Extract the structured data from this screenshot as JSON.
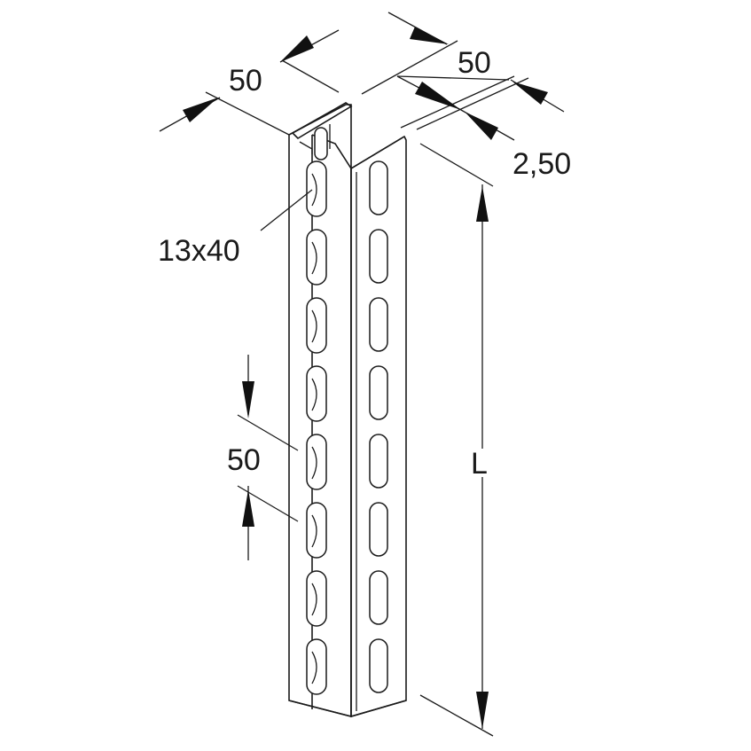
{
  "drawing": {
    "labels": {
      "width_left": "50",
      "width_right": "50",
      "thickness": "2,50",
      "slot_size": "13x40",
      "slot_pitch": "50",
      "length": "L"
    },
    "slot_count_per_column": 8,
    "colors": {
      "stroke": "#1a1a1a",
      "background": "#ffffff"
    }
  }
}
